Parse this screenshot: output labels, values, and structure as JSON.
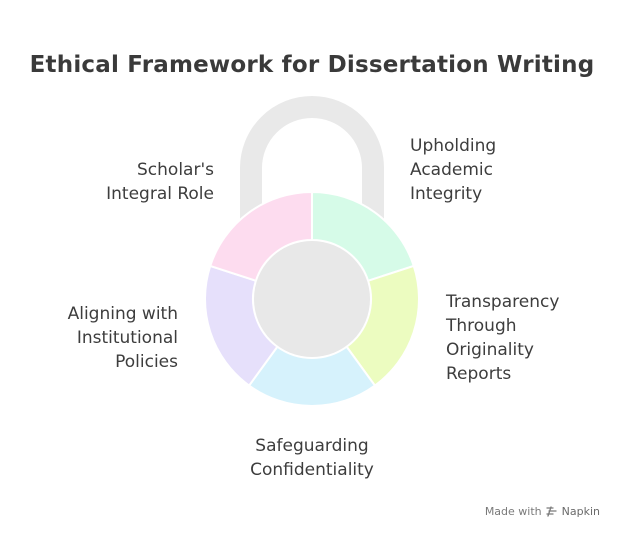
{
  "title": "Ethical Framework for Dissertation Writing",
  "segments": [
    {
      "id": "upholding",
      "lines": [
        "Upholding",
        "Academic",
        "Integrity"
      ],
      "color": "#d6fbe8"
    },
    {
      "id": "transparency",
      "lines": [
        "Transparency",
        "Through",
        "Originality",
        "Reports"
      ],
      "color": "#ecfcc0"
    },
    {
      "id": "safeguarding",
      "lines": [
        "Safeguarding",
        "Confidentiality"
      ],
      "color": "#d6f2fc"
    },
    {
      "id": "aligning",
      "lines": [
        "Aligning with",
        "Institutional",
        "Policies"
      ],
      "color": "#e6e0fb"
    },
    {
      "id": "scholar",
      "lines": [
        "Scholar's",
        "Integral Role"
      ],
      "color": "#fddcef"
    }
  ],
  "colors": {
    "shackle": "#e9e9e9",
    "center": "#e8e8e8",
    "text": "#3d3d3d"
  },
  "watermark": {
    "prefix": "Made with",
    "brand": "Napkin"
  }
}
